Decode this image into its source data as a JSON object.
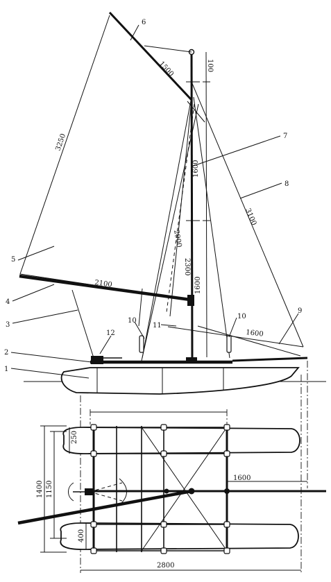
{
  "side_view": {
    "dimensions": {
      "gaff_length": "1500",
      "mast_top": "100",
      "luff_edge": "3250",
      "mast_upper": "1600",
      "forestay": "3100",
      "boom_length": "2100",
      "diagonal": "2900",
      "mast_lower": "2300",
      "mast_middle": "1600",
      "bowsprit": "1600"
    },
    "callouts": [
      "1",
      "2",
      "3",
      "4",
      "5",
      "6",
      "7",
      "8",
      "9",
      "10",
      "10",
      "11",
      "12"
    ]
  },
  "plan_view": {
    "dimensions": {
      "hull_width": "250",
      "hull_spacing": "1150",
      "overall_width": "1400",
      "float_width": "400",
      "bowsprit_plan": "1600",
      "overall_length": "2800"
    }
  }
}
